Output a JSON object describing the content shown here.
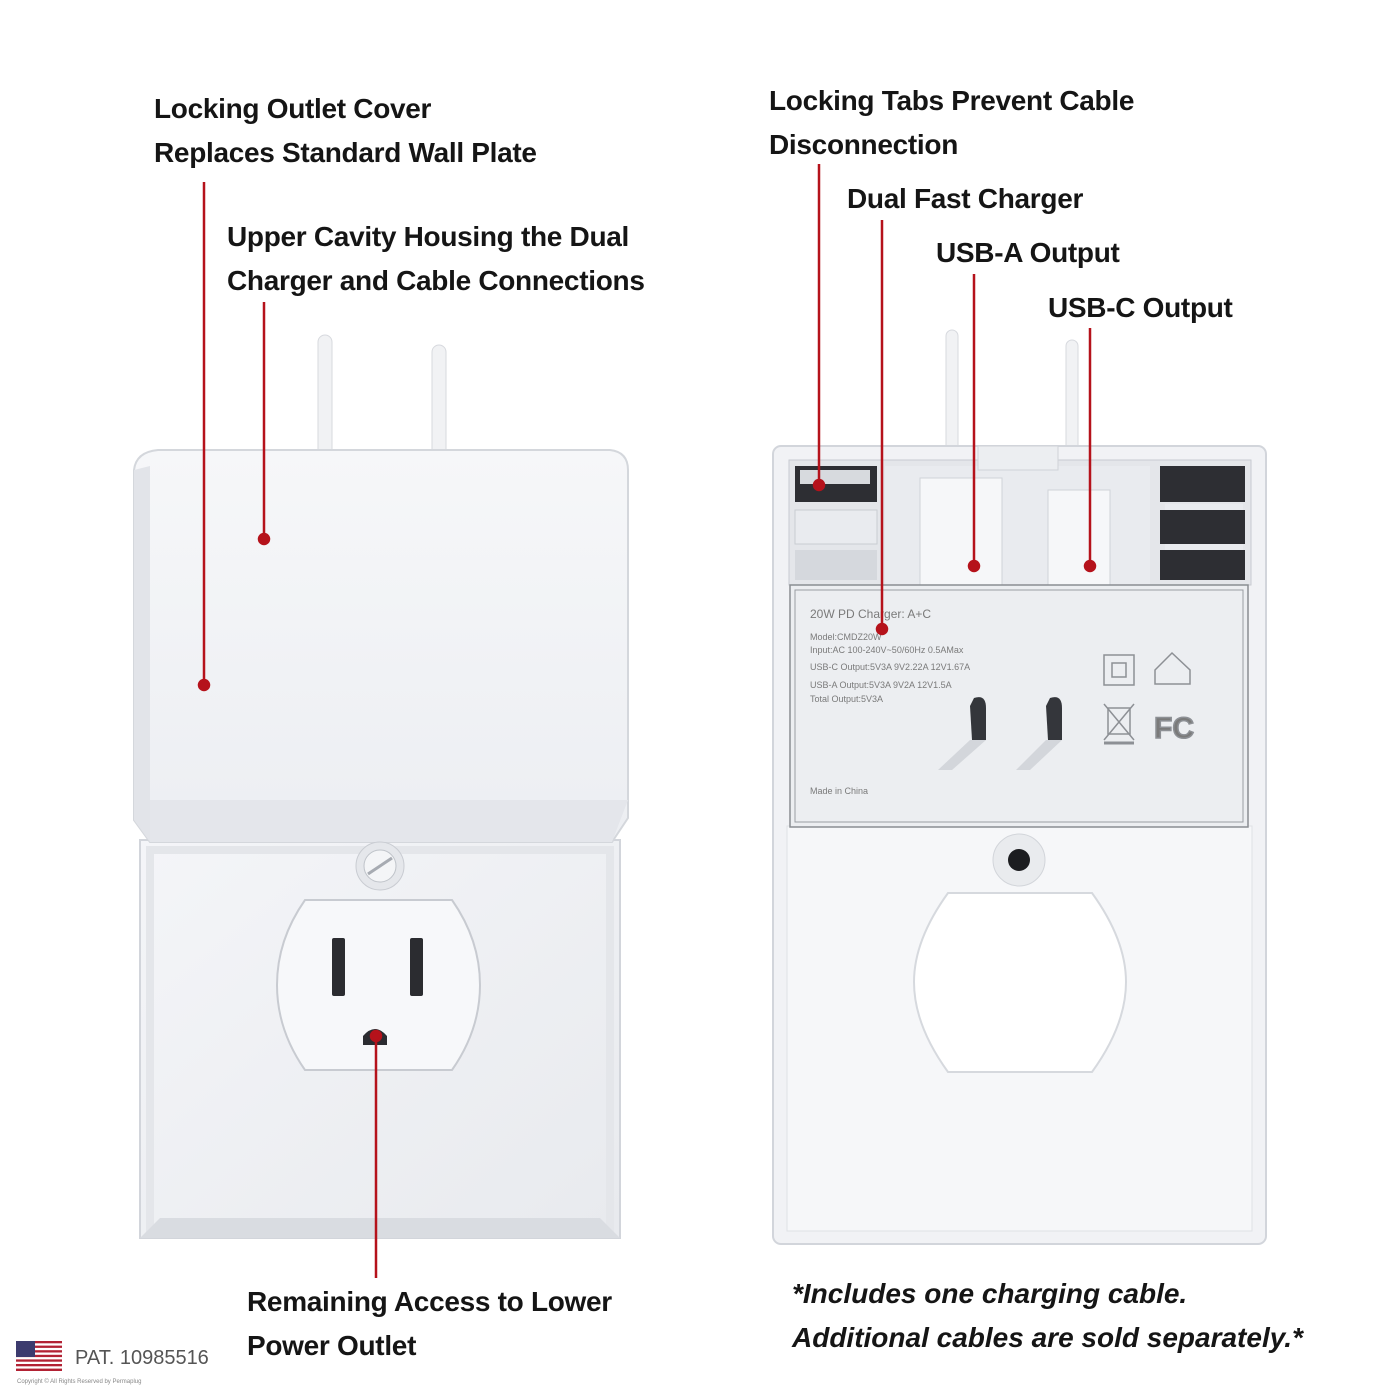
{
  "callouts": {
    "locking_cover": [
      "Locking Outlet Cover",
      "Replaces Standard Wall Plate"
    ],
    "upper_cavity": [
      "Upper Cavity Housing the Dual",
      "Charger and Cable Connections"
    ],
    "remaining_access": [
      "Remaining Access to Lower",
      "Power Outlet"
    ],
    "locking_tabs": [
      "Locking Tabs Prevent Cable",
      "Disconnection"
    ],
    "dual_charger": "Dual Fast Charger",
    "usb_a": "USB-A Output",
    "usb_c": "USB-C Output"
  },
  "note": [
    "*Includes one charging cable.",
    "Additional cables are sold separately.*"
  ],
  "patent": "PAT. 10985516",
  "copyright": "Copyright © All Rights Reserved by Permaplug",
  "charger_label": {
    "title": "20W PD Charger: A+C",
    "model": "Model:CMDZ20W",
    "input": "Input:AC  100-240V~50/60Hz 0.5AMax",
    "usbc": "USB-C Output:5V3A 9V2.22A 12V1.67A",
    "usba": "USB-A Output:5V3A 9V2A 12V1.5A",
    "total": "Total Output:5V3A",
    "origin": "Made in China",
    "fcc": "FC"
  },
  "colors": {
    "accent": "#b5121b",
    "plate": "#f2f3f6",
    "text": "#151515"
  }
}
